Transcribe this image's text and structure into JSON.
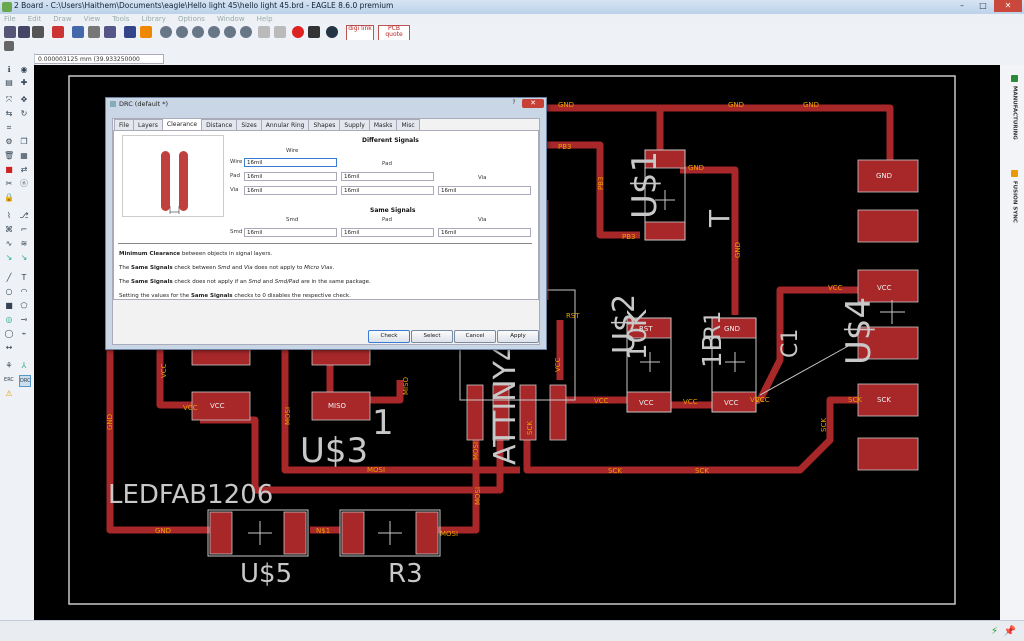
{
  "window": {
    "title": "2 Board - C:\\Users\\Haithem\\Documents\\eagle\\Hello light 45\\hello light 45.brd - EAGLE 8.6.0 premium",
    "minimize": "–",
    "maximize": "□",
    "close": "✕"
  },
  "menu": [
    "File",
    "Edit",
    "Draw",
    "View",
    "Tools",
    "Library",
    "Options",
    "Window",
    "Help"
  ],
  "toolbar": {
    "digikey": "digi\nlink",
    "pcb_quote": "PCB\nquote"
  },
  "coordinates": "0.000003125 mm (39.933250000 52.796178125)",
  "right_tabs": [
    "MANUFACTURING",
    "FUSION SYNC"
  ],
  "board": {
    "silkscreen": [
      "U$1",
      "T",
      "U$2",
      "10K",
      "1B",
      "R1",
      "C1",
      "U$4",
      "U$3",
      "1",
      "ATTINY4",
      "LEDFAB1206",
      "U$5",
      "R3"
    ],
    "pads": [
      "GND",
      "VCC",
      "SCK",
      "GND",
      "VCC",
      "RST",
      "VCC",
      "VCC",
      "MISO"
    ],
    "nets": [
      "GND",
      "GND",
      "GND",
      "PB3",
      "PB3",
      "PB3",
      "GND",
      "GND",
      "VCC",
      "VCC",
      "VCC",
      "VCC",
      "SCK",
      "SCK",
      "SCK",
      "SCK",
      "SCK",
      "MOSI",
      "MOSI",
      "MOSI",
      "MOSI",
      "GND",
      "N$1",
      "MOSI",
      "VCC",
      "VCC",
      "RST",
      "MISO",
      "VCC",
      "GND",
      "VCC"
    ]
  },
  "dialog": {
    "title": "DRC (default *)",
    "help": "?",
    "close": "✕",
    "tabs": [
      "File",
      "Layers",
      "Clearance",
      "Distance",
      "Sizes",
      "Annular Ring",
      "Shapes",
      "Supply",
      "Masks",
      "Misc"
    ],
    "active_tab": "Clearance",
    "different_signals": {
      "heading": "Different Signals",
      "col_wire": "Wire",
      "col_pad": "Pad",
      "col_via": "Via",
      "row_wire": "Wire",
      "row_pad": "Pad",
      "row_via": "Via",
      "wire_wire": "16mil",
      "pad_wire": "16mil",
      "pad_pad": "16mil",
      "via_wire": "16mil",
      "via_pad": "16mil",
      "via_via": "16mil"
    },
    "same_signals": {
      "heading": "Same Signals",
      "col_smd": "Smd",
      "col_pad": "Pad",
      "col_via": "Via",
      "row_smd": "Smd",
      "smd_smd": "16mil",
      "smd_pad": "16mil",
      "smd_via": "16mil"
    },
    "notes": {
      "n1_b": "Minimum Clearance",
      "n1": " between objects in signal layers.",
      "n2_a": "The ",
      "n2_b": "Same Signals",
      "n2_c": " check between ",
      "n2_d": "Smd",
      "n2_e": " and ",
      "n2_f": "Via",
      "n2_g": " does not apply to ",
      "n2_h": "Micro Vias",
      "n2_i": ".",
      "n3_a": "The ",
      "n3_b": "Same Signals",
      "n3_c": " check does not apply if an ",
      "n3_d": "Smd",
      "n3_e": " and ",
      "n3_f": "Smd/Pad",
      "n3_g": " are in the same package.",
      "n4_a": "Setting the values for the ",
      "n4_b": "Same Signals",
      "n4_c": " checks to 0 disables the respective check."
    },
    "buttons": {
      "check": "Check",
      "select": "Select",
      "cancel": "Cancel",
      "apply": "Apply"
    }
  }
}
